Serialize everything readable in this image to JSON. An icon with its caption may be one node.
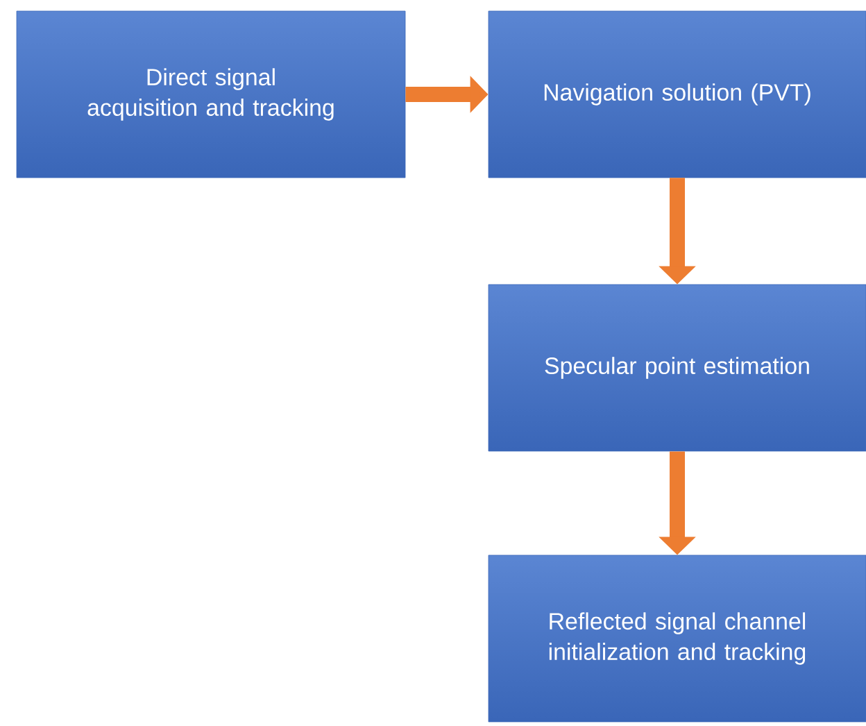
{
  "diagram": {
    "nodes": [
      {
        "text": [
          "Direct signal acquisition and tracking"
        ]
      },
      {
        "text": [
          "Navigation solution (PVT)"
        ]
      },
      {
        "text": [
          "Specular point estimation"
        ]
      },
      {
        "text": [
          "Reflected signal channel initialization and tracking"
        ]
      }
    ],
    "edges": [
      {
        "from": 0,
        "to": 1,
        "arrow": "to"
      },
      {
        "from": 1,
        "to": 2,
        "arrow": "to"
      },
      {
        "from": 2,
        "to": 3,
        "arrow": "to"
      }
    ]
  }
}
